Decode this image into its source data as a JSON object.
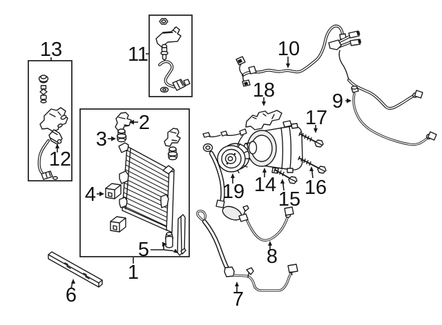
{
  "diagram": {
    "type": "exploded-parts-diagram",
    "background_color": "#ffffff",
    "line_color": "#1a1a1a",
    "label_color": "#111111",
    "callouts": {
      "1": {
        "label": "1"
      },
      "2": {
        "label": "2"
      },
      "3": {
        "label": "3"
      },
      "4": {
        "label": "4"
      },
      "5": {
        "label": "5"
      },
      "6": {
        "label": "6"
      },
      "7": {
        "label": "7"
      },
      "8": {
        "label": "8"
      },
      "9": {
        "label": "9"
      },
      "10": {
        "label": "10"
      },
      "11": {
        "label": "11"
      },
      "12": {
        "label": "12"
      },
      "13": {
        "label": "13"
      },
      "14": {
        "label": "14"
      },
      "15": {
        "label": "15"
      },
      "16": {
        "label": "16"
      },
      "17": {
        "label": "17"
      },
      "18": {
        "label": "18"
      },
      "19": {
        "label": "19"
      }
    }
  }
}
